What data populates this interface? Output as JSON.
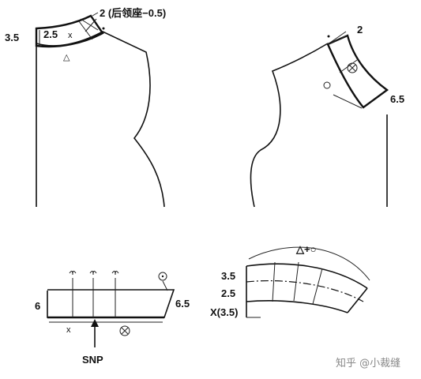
{
  "labels": {
    "back_neck_top": "2 (后领座−0.5)",
    "back_neck_height": "3.5",
    "back_neck_inner": "2.5",
    "back_x_mark": "x",
    "back_triangle": "△",
    "front_two": "2",
    "front_six_five": "6.5",
    "collar_left": "6",
    "collar_right": "6.5",
    "collar_x": "x",
    "snp": "SNP",
    "stand_top": "△+○",
    "stand_h1": "3.5",
    "stand_h2": "2.5",
    "stand_h3": "X(3.5)",
    "watermark": "知乎 @小裁缝"
  },
  "colors": {
    "line": "#111111",
    "watermark": "#888888",
    "background": "#ffffff"
  }
}
